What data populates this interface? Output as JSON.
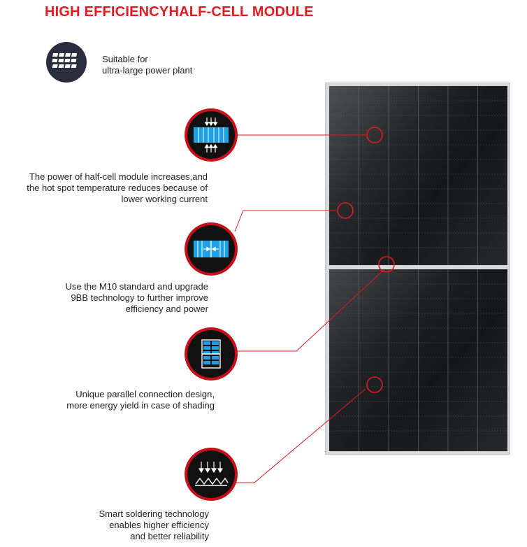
{
  "title": "HIGH EFFICIENCYHALF-CELL MODULE",
  "colors": {
    "accent": "#e01b22",
    "badge_ring": "#c8101a",
    "badge_bg": "#111111",
    "icon_blue": "#1ea0e6"
  },
  "intro": {
    "icon": "solar-array-icon",
    "line1": "Suitable for",
    "line2": "ultra-large power plant"
  },
  "features": [
    {
      "icon": "half-cell-compression-icon",
      "lines": [
        "The power of half-cell module increases,and",
        "the hot spot temperature reduces because of",
        "lower working current"
      ]
    },
    {
      "icon": "m10-busbar-icon",
      "lines": [
        "Use the M10 standard and upgrade",
        "9BB technology to further improve",
        "efficiency and power"
      ]
    },
    {
      "icon": "parallel-connection-icon",
      "lines": [
        "Unique parallel connection design,",
        "more energy yield in case of shading"
      ]
    },
    {
      "icon": "soldering-icon",
      "lines": [
        "Smart soldering technology",
        "enables higher efficiency",
        "and better reliability"
      ]
    }
  ]
}
